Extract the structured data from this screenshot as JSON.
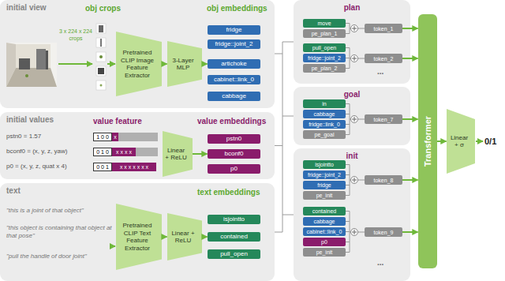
{
  "diagram": {
    "nodes": [
      {
        "text": [
          "initial view"
        ]
      },
      {
        "text": [
          "Pretrained CLIP Image Feature Extractor"
        ],
        "in": 0
      },
      {
        "text": [
          "3-Layer MLP"
        ],
        "in": 0
      },
      {
        "text": [
          "fridge"
        ],
        "in": 0
      },
      {
        "text": [
          "fridge::joint_2"
        ],
        "in": 0
      },
      {
        "text": [
          "artichoke"
        ],
        "in": 0
      },
      {
        "text": [
          "cabinet::link_0"
        ],
        "in": 0
      },
      {
        "text": [
          "cabbage"
        ],
        "in": 0
      },
      {
        "text": [
          "initial values"
        ]
      },
      {
        "text": [
          "Linear + ReLU"
        ],
        "in": 8
      },
      {
        "text": [
          "pstn0"
        ],
        "in": 8
      },
      {
        "text": [
          "bconf0"
        ],
        "in": 8
      },
      {
        "text": [
          "p0"
        ],
        "in": 8
      },
      {
        "text": [
          "text"
        ]
      },
      {
        "text": [
          "Pretrained CLIP Text Feature Extractor"
        ],
        "in": 13
      },
      {
        "text": [
          "Linear + ReLU"
        ],
        "in": 13
      },
      {
        "text": [
          "isjointto"
        ],
        "in": 13
      },
      {
        "text": [
          "contained"
        ],
        "in": 13
      },
      {
        "text": [
          "pull_open"
        ],
        "in": 13
      },
      {
        "text": [
          "plan"
        ]
      },
      {
        "text": [
          "move"
        ],
        "in": 19
      },
      {
        "text": [
          "pe_plan_1"
        ],
        "in": 19
      },
      {
        "text": [
          "token_1"
        ],
        "in": 19
      },
      {
        "text": [
          "pull_open"
        ],
        "in": 19
      },
      {
        "text": [
          "fridge::joint_2"
        ],
        "in": 19
      },
      {
        "text": [
          "pe_plan_2"
        ],
        "in": 19
      },
      {
        "text": [
          "token_2"
        ],
        "in": 19
      },
      {
        "text": [
          "goal"
        ]
      },
      {
        "text": [
          "in"
        ],
        "in": 27
      },
      {
        "text": [
          "cabbage"
        ],
        "in": 27
      },
      {
        "text": [
          "fridge::link_0"
        ],
        "in": 27
      },
      {
        "text": [
          "pe_goal"
        ],
        "in": 27
      },
      {
        "text": [
          "token_7"
        ],
        "in": 27
      },
      {
        "text": [
          "init"
        ]
      },
      {
        "text": [
          "isjointto"
        ],
        "in": 33
      },
      {
        "text": [
          "fridge::joint_2"
        ],
        "in": 33
      },
      {
        "text": [
          "fridge"
        ],
        "in": 33
      },
      {
        "text": [
          "pe_init"
        ],
        "in": 33
      },
      {
        "text": [
          "token_8"
        ],
        "in": 33
      },
      {
        "text": [
          "contained"
        ],
        "in": 33
      },
      {
        "text": [
          "cabbage"
        ],
        "in": 33
      },
      {
        "text": [
          "cabinet::link_0"
        ],
        "in": 33
      },
      {
        "text": [
          "p0"
        ],
        "in": 33
      },
      {
        "text": [
          "pe_init"
        ],
        "in": 33
      },
      {
        "text": [
          "token_9"
        ],
        "in": 33
      },
      {
        "text": [
          "Transformer"
        ]
      },
      {
        "text": [
          "Linear + σ"
        ]
      }
    ],
    "edges": [
      {
        "from": 1,
        "to": 2,
        "arrow": "to"
      },
      {
        "from": 2,
        "to": 5,
        "arrow": "to"
      },
      {
        "from": 9,
        "to": 11,
        "arrow": "to"
      },
      {
        "from": 14,
        "to": 15,
        "arrow": "to"
      },
      {
        "from": 15,
        "to": 17,
        "arrow": "to"
      },
      {
        "from": 22,
        "to": 45,
        "arrow": "to"
      },
      {
        "from": 26,
        "to": 45,
        "arrow": "to"
      },
      {
        "from": 32,
        "to": 45,
        "arrow": "to"
      },
      {
        "from": 38,
        "to": 45,
        "arrow": "to"
      },
      {
        "from": 44,
        "to": 45,
        "arrow": "to"
      },
      {
        "from": 45,
        "to": 46,
        "arrow": "to"
      }
    ],
    "labels": [
      "obj crops",
      "obj embeddings",
      "3 x 224 x 224 crops",
      "value feature",
      "value embeddings",
      "pstn0 = 1.57",
      "bconf0 = (x, y, z, yaw)",
      "p0 = (x, y, z, quat x 4)",
      "1 0 0",
      "x",
      "0 1 0",
      "x x x x",
      "0 0 1",
      "x x x x x x x",
      "text embeddings",
      "\"this is a joint of that object\"",
      "\"this object is containing that object at that pose\"",
      "\"pull the handle of door joint\"",
      "...",
      "...",
      "0/1"
    ]
  }
}
